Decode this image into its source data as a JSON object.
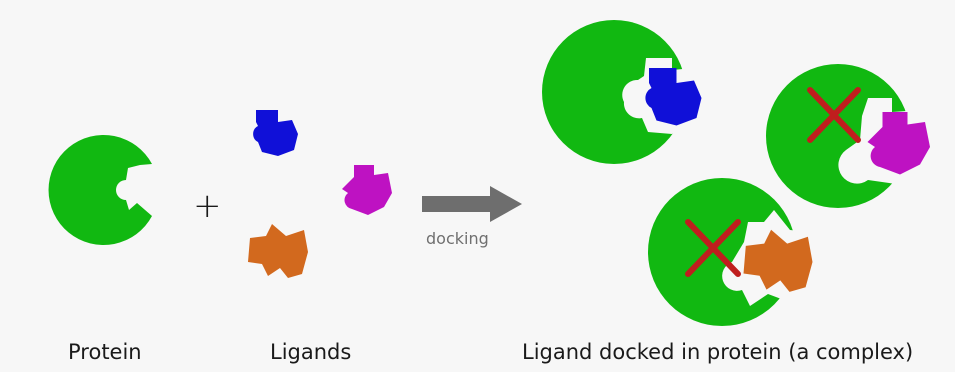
{
  "labels": {
    "protein": "Protein",
    "ligands": "Ligands",
    "complex": "Ligand docked in protein (a complex)",
    "plus": "+",
    "docking": "docking"
  },
  "colors": {
    "protein": "#11b811",
    "ligand_blue": "#1010d8",
    "ligand_magenta": "#be12c2",
    "ligand_orange": "#d2691e",
    "arrow": "#6e6e6e",
    "cross": "#c01e1e",
    "background": "#f7f7f7"
  },
  "icons": {
    "reject_mark": "red-cross-icon"
  }
}
